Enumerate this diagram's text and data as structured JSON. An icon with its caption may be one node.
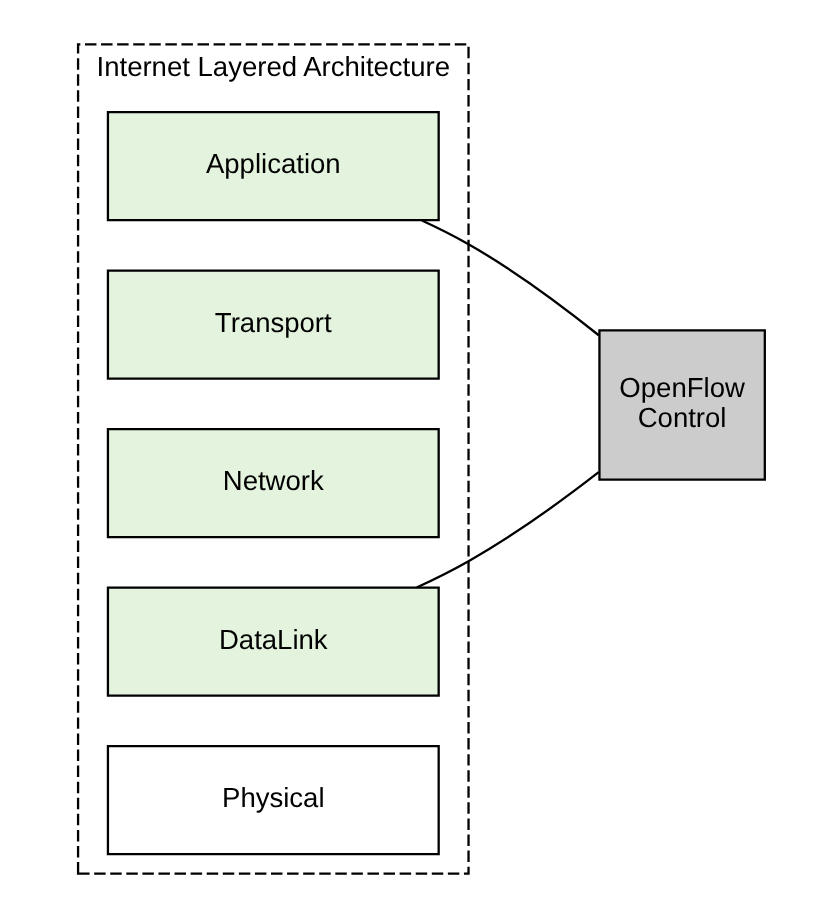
{
  "diagram": {
    "nodes": [
      {
        "text": [
          "Internet Layered Architecture"
        ]
      },
      {
        "text": [
          "Application"
        ],
        "in": 0
      },
      {
        "text": [
          "Transport"
        ],
        "in": 0
      },
      {
        "text": [
          "Network"
        ],
        "in": 0
      },
      {
        "text": [
          "DataLink"
        ],
        "in": 0
      },
      {
        "text": [
          "Physical"
        ],
        "in": 0
      },
      {
        "text": [
          "OpenFlow Control"
        ]
      }
    ],
    "edges": [
      {
        "from": 1,
        "to": 6,
        "arrow": "none"
      },
      {
        "from": 4,
        "to": 6,
        "arrow": "none"
      }
    ]
  }
}
